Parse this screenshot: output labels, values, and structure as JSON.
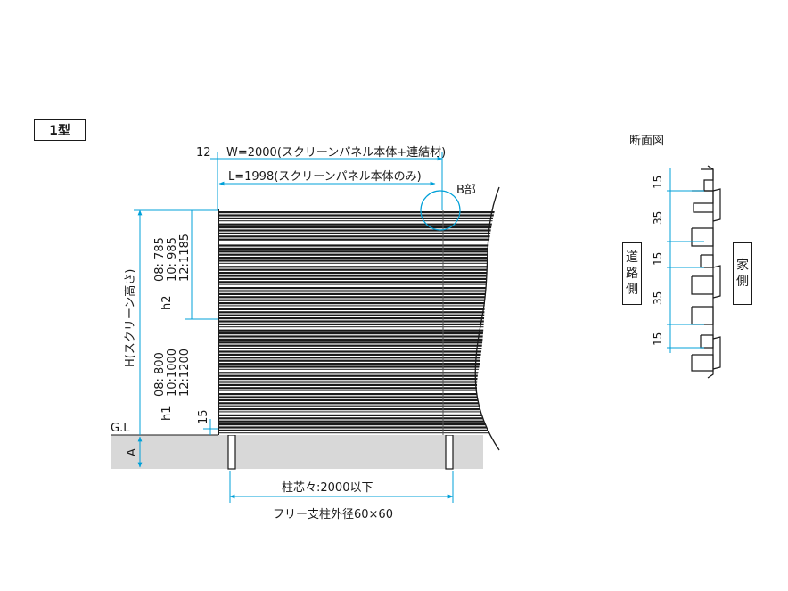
{
  "type_label": "1型",
  "section": {
    "title": "断面図",
    "road_side": "道路側",
    "house_side": "家側",
    "dims": [
      "15",
      "35",
      "15",
      "35",
      "15"
    ]
  },
  "dims": {
    "offset": "12",
    "width": "W=2000(スクリーンパネル本体+連結材)",
    "length": "L=1998(スクリーンパネル本体のみ)",
    "detail": "B部",
    "height": "H(スクリーン高さ)",
    "h2_label": "h2",
    "h2_values": [
      "08:  785",
      "10:  985",
      "12:1185"
    ],
    "h1_label": "h1",
    "h1_values": [
      "08:  800",
      "10:1000",
      "12:1200"
    ],
    "bottom_gap": "15",
    "ground": "G.L",
    "depth": "A",
    "post_spacing": "柱芯々:2000以下",
    "post_size": "フリー支柱外径60×60"
  },
  "colors": {
    "line": "#1a1a1a",
    "dimension": "#00a0d8",
    "ground": "#d8d8d8"
  }
}
